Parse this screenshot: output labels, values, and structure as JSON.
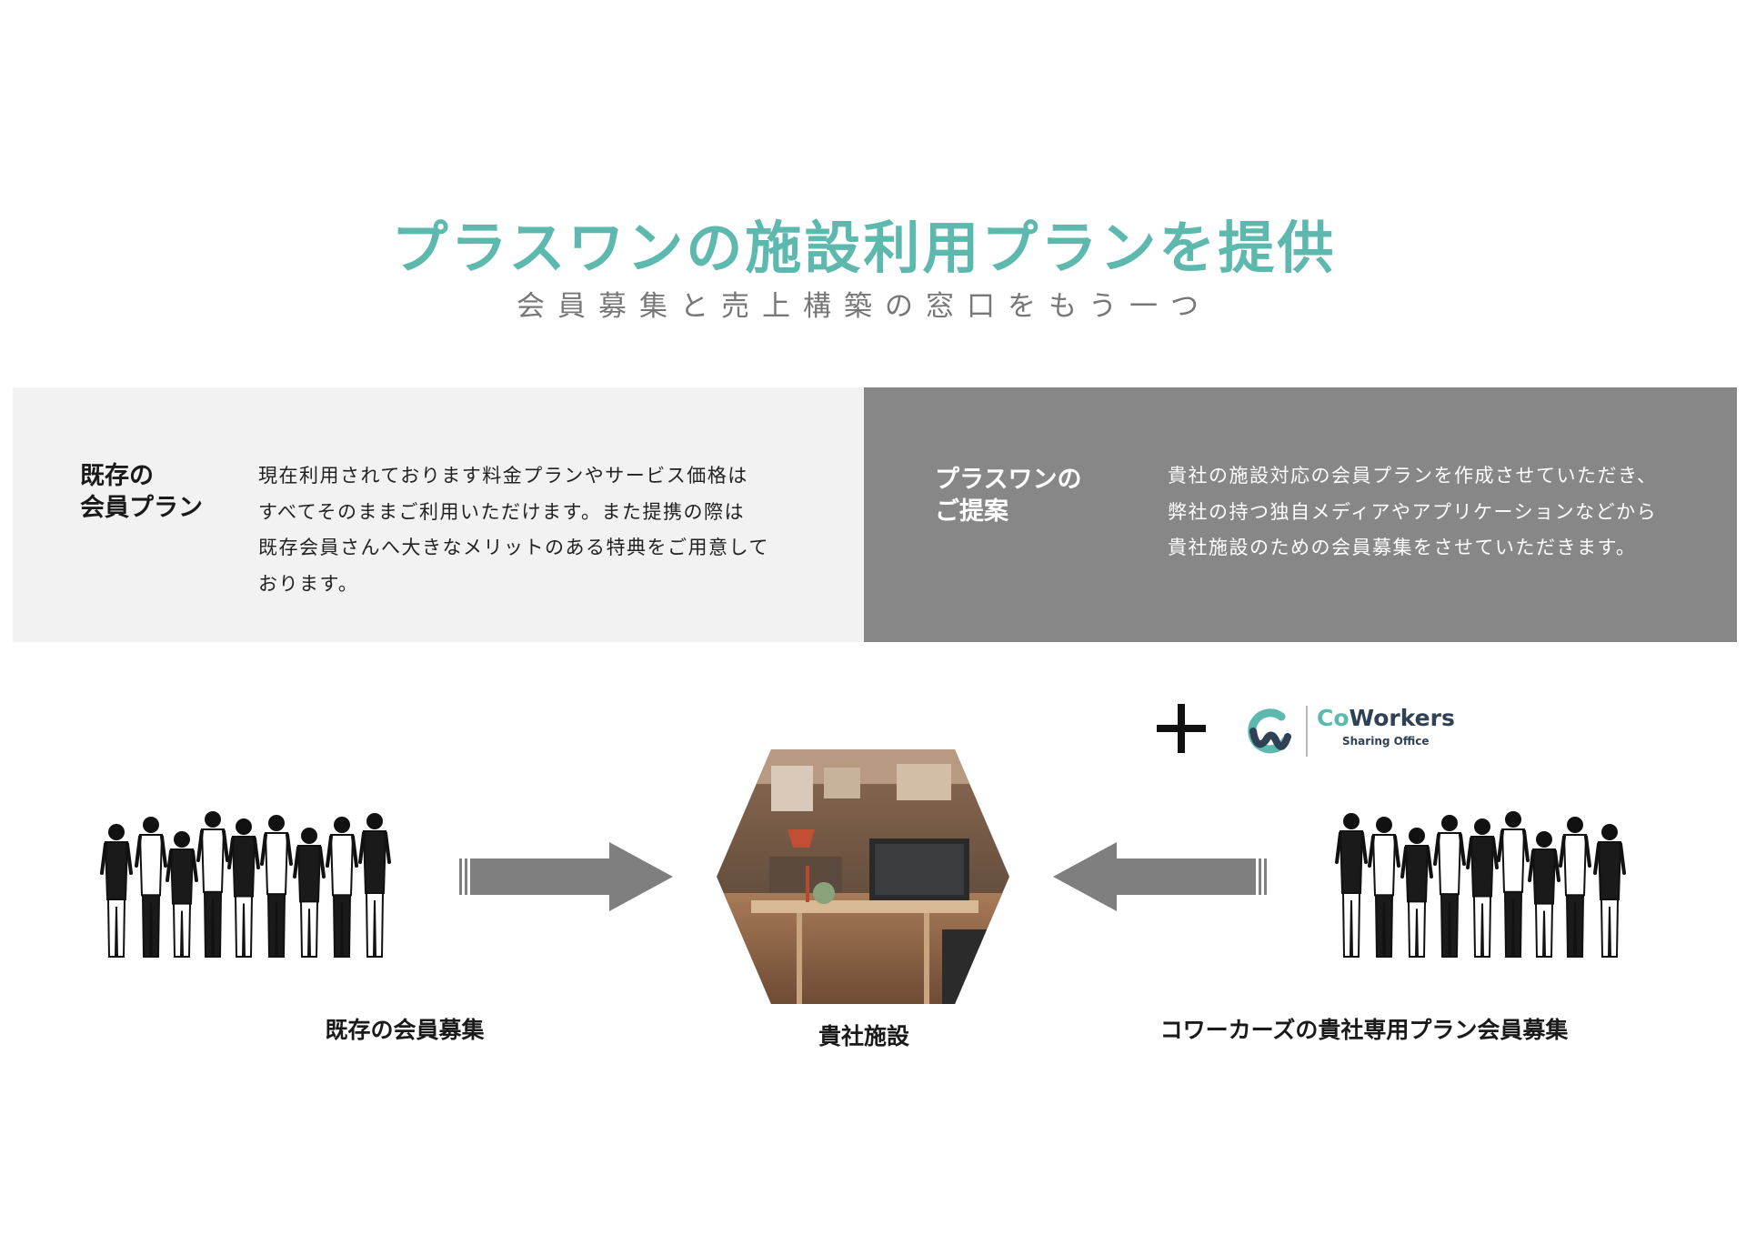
{
  "header": {
    "title": "プラスワンの施設利用プランを提供",
    "subtitle": "会員募集と売上構築の窓口をもう一つ"
  },
  "panels": {
    "existing": {
      "heading_lines": [
        "既存の",
        "会員プラン"
      ],
      "body_lines": [
        "現在利用されております料金プランやサービス価格は",
        "すべてそのままご利用いただけます。また提携の際は",
        "既存会員さんへ大きなメリットのある特典をご用意して",
        "おります。"
      ]
    },
    "proposal": {
      "heading_lines": [
        "プラスワンの",
        "ご提案"
      ],
      "body_lines": [
        "貴社の施設対応の会員プランを作成させていただき、",
        "弊社の持つ独自メディアやアプリケーションなどから",
        "貴社施設のための会員募集をさせていただきます。"
      ]
    }
  },
  "logo": {
    "word_prefix": "Co",
    "word_suffix": "Workers",
    "tagline": "Sharing Office"
  },
  "captions": {
    "left": "既存の会員募集",
    "center": "貴社施設",
    "right": "コワーカーズの貴社専用プラン会員募集"
  },
  "colors": {
    "accent": "#5db8ae",
    "arrow": "#7f7f7f",
    "panel_light": "#f2f2f2",
    "panel_dark": "#878787",
    "logo_navy": "#2f4255"
  },
  "icons": {
    "plus": "plus-icon",
    "crowd": "people-crowd-illustration",
    "arrow": "block-arrow-icon",
    "photo": "office-interior-photo"
  }
}
